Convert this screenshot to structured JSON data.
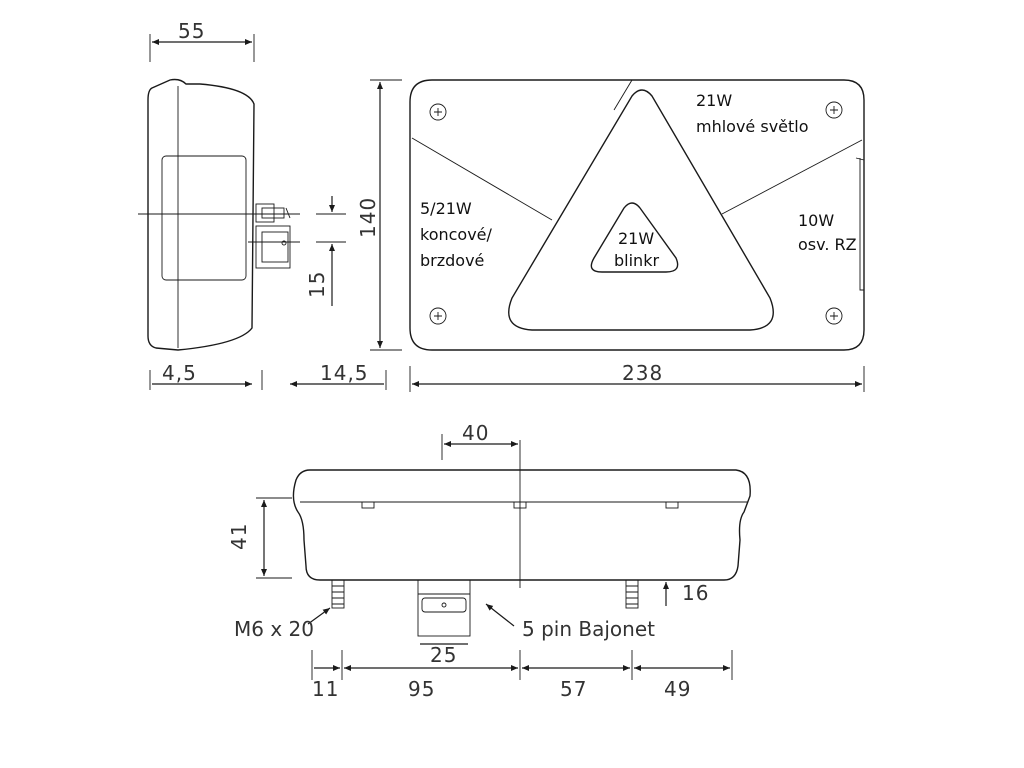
{
  "dimensions": {
    "side_depth": "55",
    "height": "140",
    "connector_offset": "15",
    "flange": "4,5",
    "connector_depth": "14,5",
    "width": "238",
    "center_offset": "40",
    "bottom_height": "41",
    "stud_height": "16",
    "plug_width": "25",
    "seg_1": "11",
    "seg_2": "95",
    "seg_3": "57",
    "seg_4": "49"
  },
  "front_labels": {
    "fog_watt": "21W",
    "fog_name": "mhlové světlo",
    "tail_watt": "5/21W",
    "tail_name_1": "koncové/",
    "tail_name_2": "brzdové",
    "blinker_watt": "21W",
    "blinker_name": "blinkr",
    "reverse_watt": "10W",
    "reverse_name": "osv. RZ"
  },
  "bottom_labels": {
    "stud": "M6 x 20",
    "connector": "5 pin Bajonet"
  }
}
